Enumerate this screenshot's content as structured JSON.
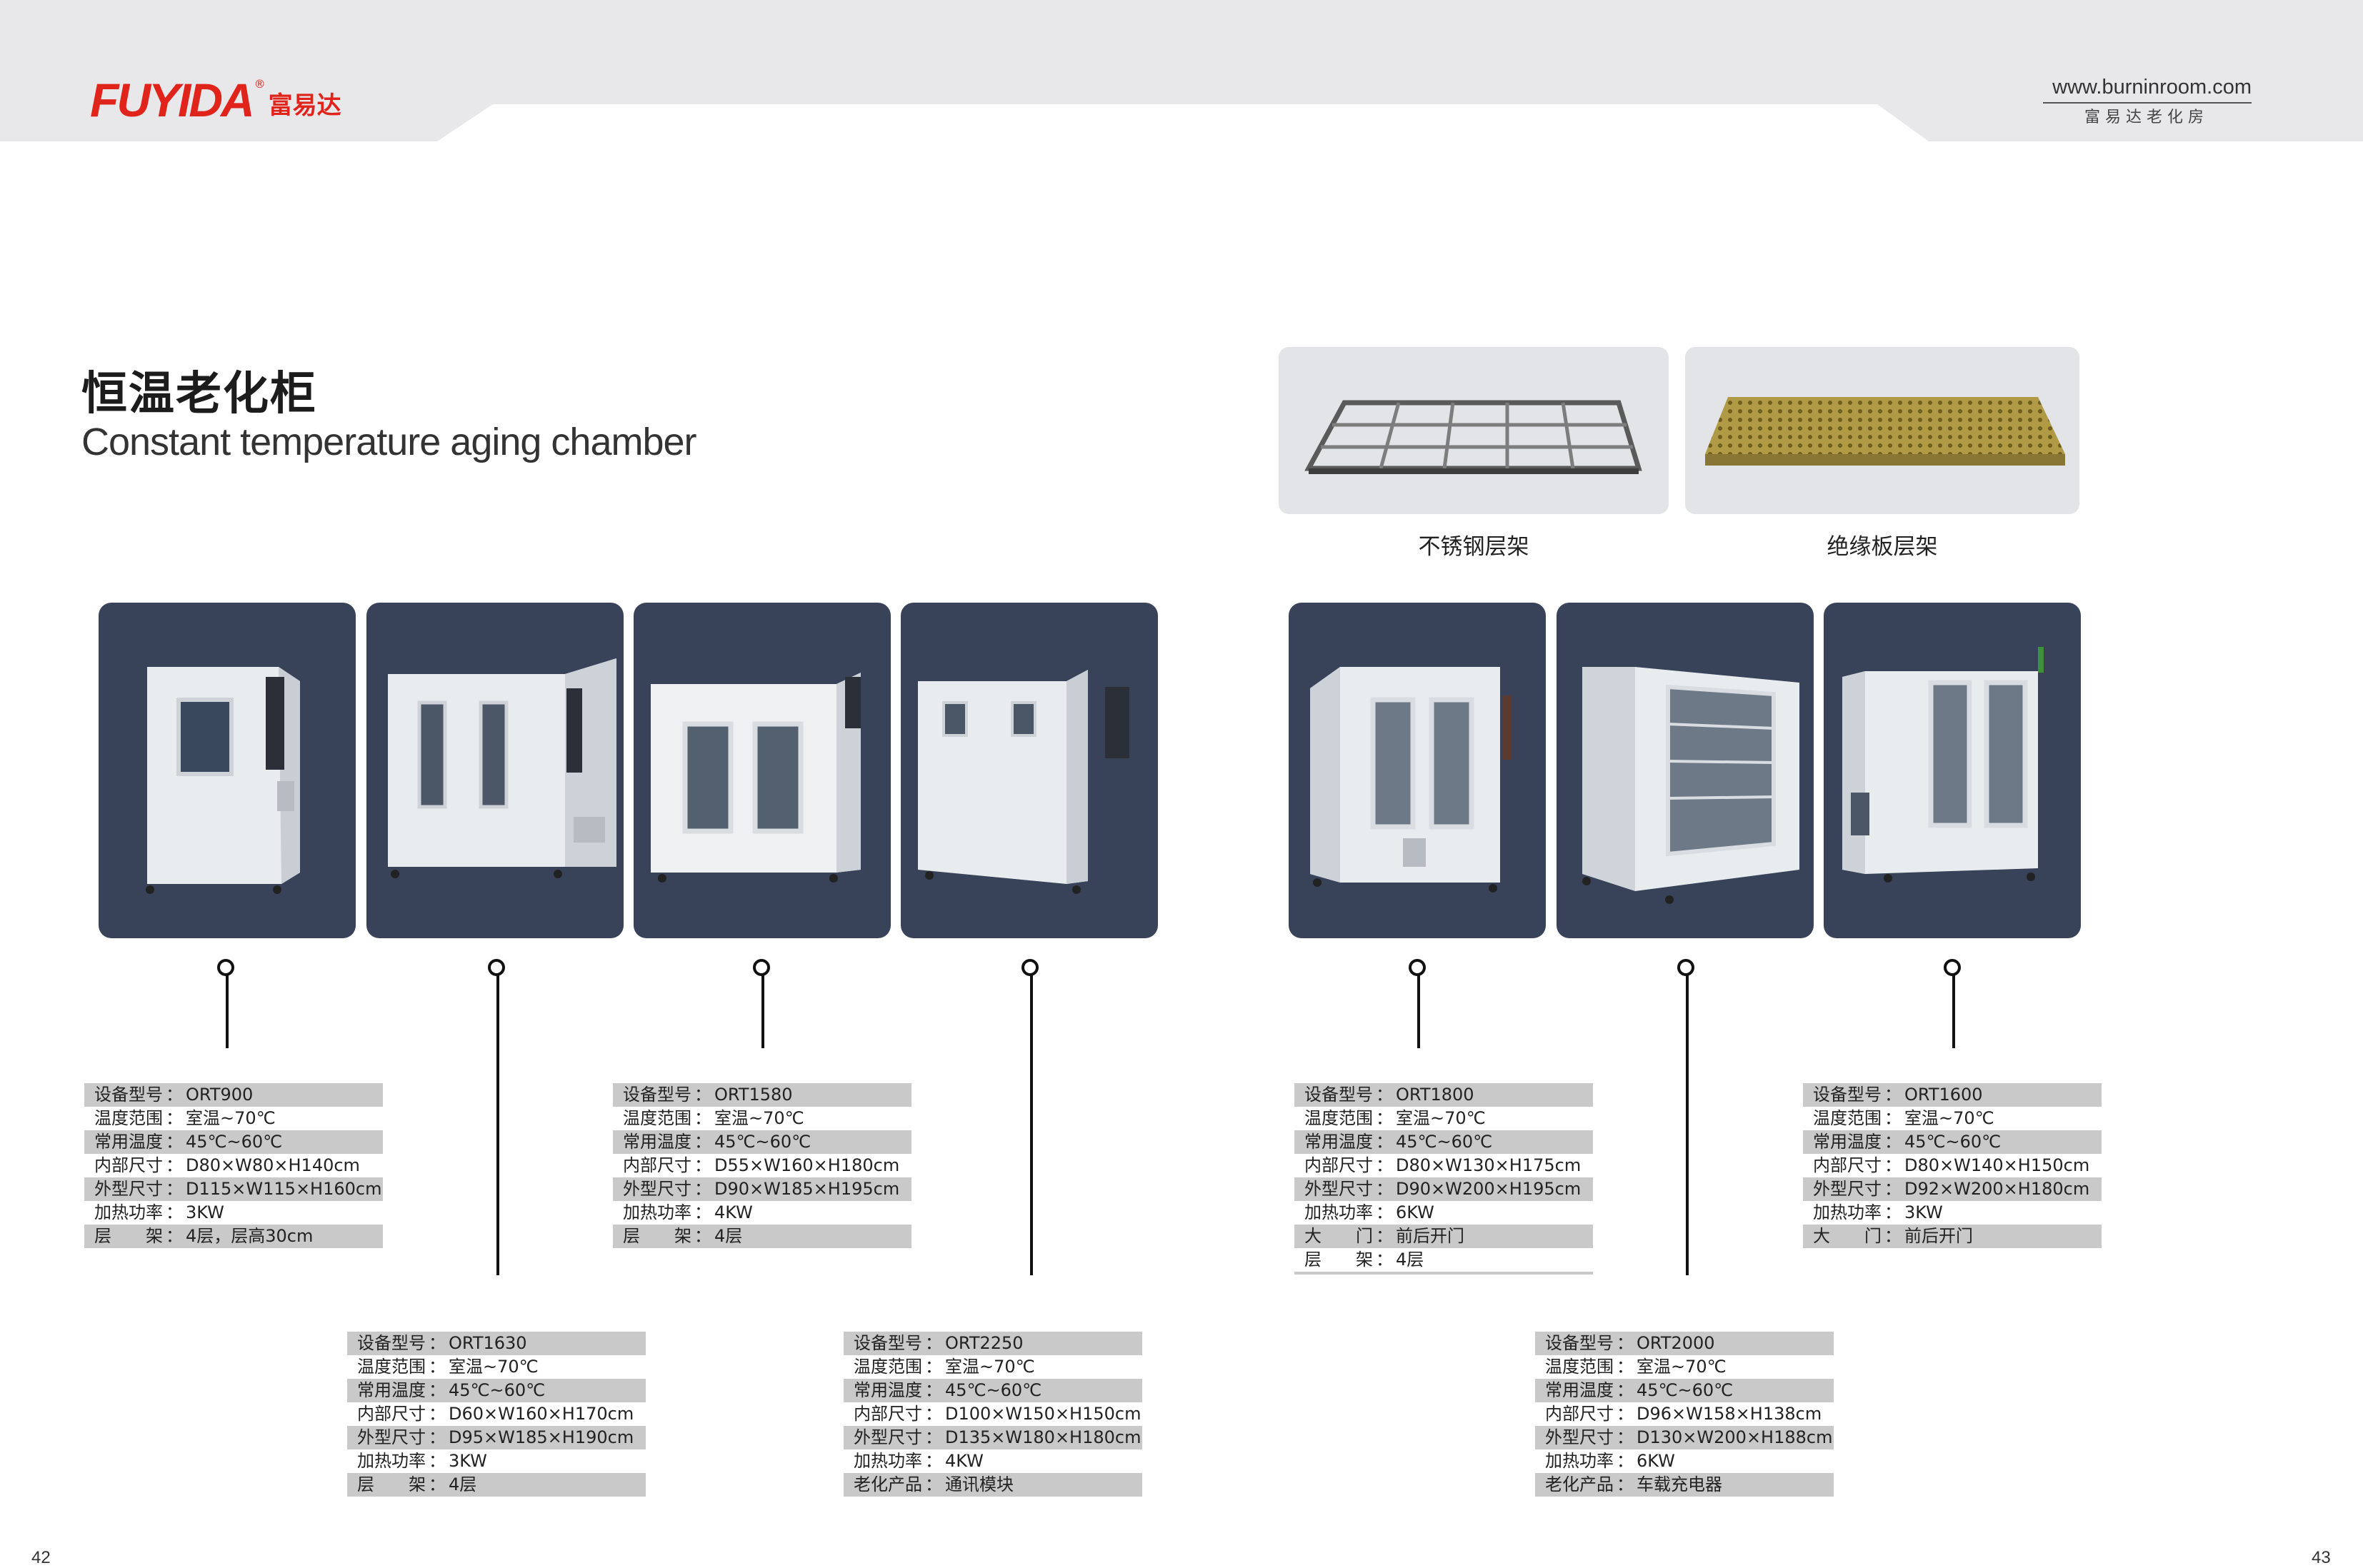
{
  "header": {
    "brand": "FUYIDA",
    "brand_mark": "®",
    "brand_cn": "富易达",
    "website": "www.burninroom.com",
    "website_cn": "富易达老化房"
  },
  "title": {
    "cn": "恒温老化柜",
    "en": "Constant temperature aging chamber"
  },
  "shelves": [
    {
      "label": "不锈钢层架"
    },
    {
      "label": "绝缘板层架"
    }
  ],
  "separator": "：",
  "products": [
    {
      "rows": [
        {
          "label": "设备型号",
          "value": "ORT900"
        },
        {
          "label": "温度范围",
          "value": "室温~70℃"
        },
        {
          "label": "常用温度",
          "value": "45℃~60℃"
        },
        {
          "label": "内部尺寸",
          "value": "D80×W80×H140cm"
        },
        {
          "label": "外型尺寸",
          "value": "D115×W115×H160cm"
        },
        {
          "label": "加热功率",
          "value": "3KW"
        },
        {
          "label": "层　　架",
          "value": "4层，层高30cm"
        }
      ]
    },
    {
      "rows": [
        {
          "label": "设备型号",
          "value": "ORT1630"
        },
        {
          "label": "温度范围",
          "value": "室温~70℃"
        },
        {
          "label": "常用温度",
          "value": "45℃~60℃"
        },
        {
          "label": "内部尺寸",
          "value": "D60×W160×H170cm"
        },
        {
          "label": "外型尺寸",
          "value": "D95×W185×H190cm"
        },
        {
          "label": "加热功率",
          "value": "3KW"
        },
        {
          "label": "层　　架",
          "value": "4层"
        }
      ]
    },
    {
      "rows": [
        {
          "label": "设备型号",
          "value": "ORT1580"
        },
        {
          "label": "温度范围",
          "value": "室温~70℃"
        },
        {
          "label": "常用温度",
          "value": "45℃~60℃"
        },
        {
          "label": "内部尺寸",
          "value": "D55×W160×H180cm"
        },
        {
          "label": "外型尺寸",
          "value": "D90×W185×H195cm"
        },
        {
          "label": "加热功率",
          "value": "4KW"
        },
        {
          "label": "层　　架",
          "value": "4层"
        }
      ]
    },
    {
      "rows": [
        {
          "label": "设备型号",
          "value": "ORT2250"
        },
        {
          "label": "温度范围",
          "value": "室温~70℃"
        },
        {
          "label": "常用温度",
          "value": "45℃~60℃"
        },
        {
          "label": "内部尺寸",
          "value": "D100×W150×H150cm"
        },
        {
          "label": "外型尺寸",
          "value": "D135×W180×H180cm"
        },
        {
          "label": "加热功率",
          "value": "4KW"
        },
        {
          "label": "老化产品",
          "value": "通讯模块"
        }
      ]
    },
    {
      "rows": [
        {
          "label": "设备型号",
          "value": "ORT1800"
        },
        {
          "label": "温度范围",
          "value": "室温~70℃"
        },
        {
          "label": "常用温度",
          "value": "45℃~60℃"
        },
        {
          "label": "内部尺寸",
          "value": "D80×W130×H175cm"
        },
        {
          "label": "外型尺寸",
          "value": "D90×W200×H195cm"
        },
        {
          "label": "加热功率",
          "value": "6KW"
        },
        {
          "label": "大　　门",
          "value": "前后开门"
        },
        {
          "label": "层　　架",
          "value": "4层"
        }
      ]
    },
    {
      "rows": [
        {
          "label": "设备型号",
          "value": "ORT2000"
        },
        {
          "label": "温度范围",
          "value": "室温~70℃"
        },
        {
          "label": "常用温度",
          "value": "45℃~60℃"
        },
        {
          "label": "内部尺寸",
          "value": "D96×W158×H138cm"
        },
        {
          "label": "外型尺寸",
          "value": "D130×W200×H188cm"
        },
        {
          "label": "加热功率",
          "value": "6KW"
        },
        {
          "label": "老化产品",
          "value": "车载充电器"
        }
      ]
    },
    {
      "rows": [
        {
          "label": "设备型号",
          "value": "ORT1600"
        },
        {
          "label": "温度范围",
          "value": "室温~70℃"
        },
        {
          "label": "常用温度",
          "value": "45℃~60℃"
        },
        {
          "label": "内部尺寸",
          "value": "D80×W140×H150cm"
        },
        {
          "label": "外型尺寸",
          "value": "D92×W200×H180cm"
        },
        {
          "label": "加热功率",
          "value": "3KW"
        },
        {
          "label": "大　　门",
          "value": "前后开门"
        }
      ]
    }
  ],
  "pages": {
    "left": "42",
    "right": "43"
  },
  "colors": {
    "brand_red": "#e0241b",
    "tile_bg": "#384258",
    "header_band": "#e8e8ea",
    "spec_stripe": "#c9c9c9"
  }
}
